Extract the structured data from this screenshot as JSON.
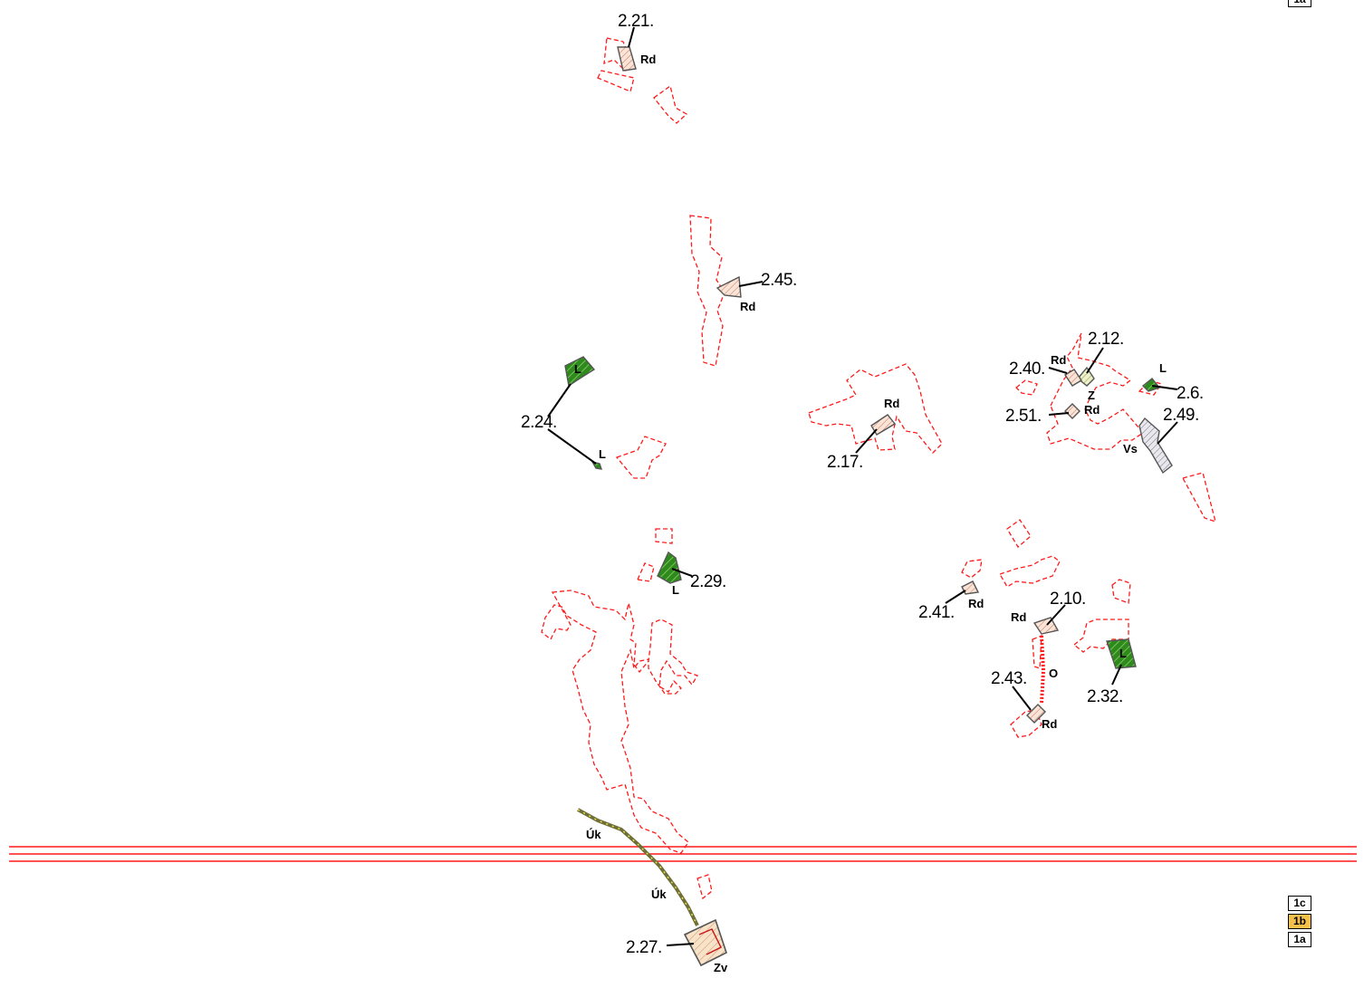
{
  "sheet_index": {
    "items": [
      {
        "label": "1c",
        "active": false
      },
      {
        "label": "1b",
        "active": true
      },
      {
        "label": "1a",
        "active": false
      }
    ],
    "top_partial_label": "1a",
    "active_color": "#f6c14a"
  },
  "colors": {
    "boundary": "#ff1a1a",
    "forest_green": "#2f8a1e",
    "road": "#6f6f3a"
  },
  "labels": {
    "a2_21": "2.21.",
    "a2_45": "2.45.",
    "a2_24": "2.24.",
    "a2_17": "2.17.",
    "a2_40": "2.40.",
    "a2_12": "2.12.",
    "a2_6": "2.6.",
    "a2_51": "2.51.",
    "a2_49": "2.49.",
    "a2_29": "2.29.",
    "a2_41": "2.41.",
    "a2_10": "2.10.",
    "a2_43": "2.43.",
    "a2_32": "2.32.",
    "a2_27": "2.27."
  },
  "codes": {
    "rd": "Rd",
    "l": "L",
    "z": "Z",
    "vs": "Vs",
    "o": "O",
    "uk": "Úk",
    "zv": "Zv"
  }
}
